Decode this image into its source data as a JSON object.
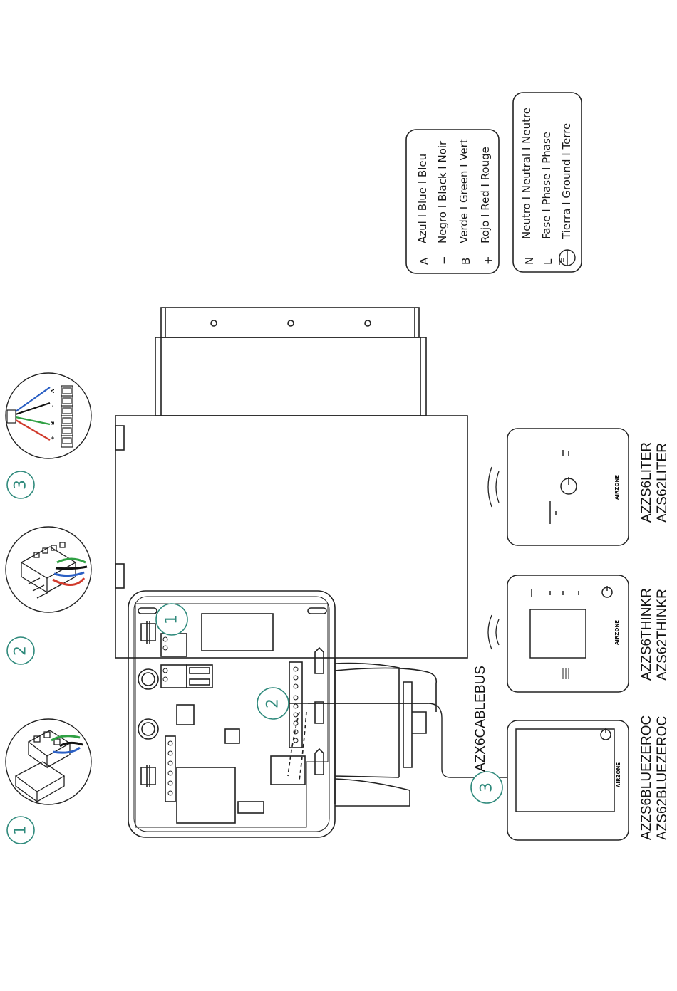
{
  "badges": {
    "one": "1",
    "two": "2",
    "three": "3"
  },
  "colors": {
    "accent_teal": "#2f8a7c",
    "wire_blue": "#2a5fc4",
    "wire_green": "#2fa043",
    "wire_red": "#d03a2c",
    "wire_black": "#111111"
  },
  "cable_label": "AZX6CABLEBUS",
  "terminal_labels": [
    "+",
    "B",
    "-",
    "A"
  ],
  "thermostats": [
    {
      "name": "zero",
      "brand": "AIRZONE",
      "model_lines": [
        "AZZS6BLUEZEROC",
        "AZS62BLUEZEROC"
      ]
    },
    {
      "name": "think",
      "brand": "AIRZONE",
      "model_lines": [
        "AZZS6THINKR",
        "AZS62THINKR"
      ]
    },
    {
      "name": "lite",
      "brand": "AIRZONE",
      "model_lines": [
        "AZZS6LITER",
        "AZS62LITER"
      ]
    }
  ],
  "legend_bus": [
    {
      "symbol": "A",
      "text": "Azul I Blue I Bleu"
    },
    {
      "symbol": "−",
      "text": "Negro I Black I Noir"
    },
    {
      "symbol": "B",
      "text": "Verde I Green I Vert"
    },
    {
      "symbol": "+",
      "text": "Rojo I Red I Rouge"
    }
  ],
  "legend_power": [
    {
      "symbol": "N",
      "text": "Neutro I Neutral I Neutre"
    },
    {
      "symbol": "L",
      "text": "Fase I Phase I Phase"
    },
    {
      "symbol": "ground-icon",
      "text": "Tierra I Ground I Terre"
    }
  ]
}
